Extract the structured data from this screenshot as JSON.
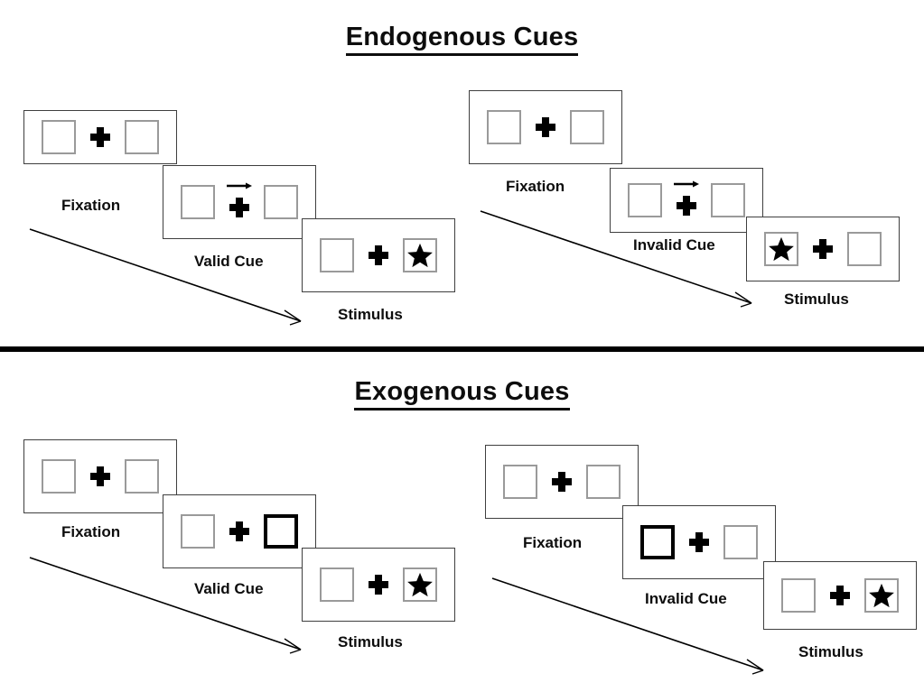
{
  "page": {
    "background": "#ffffff",
    "line_color": "#3f3f3f",
    "box_border_color": "#9a9a9a",
    "cue_border_color": "#000000",
    "text_color": "#0d0d0d"
  },
  "sections": [
    {
      "id": "endogenous",
      "title": "Endogenous Cues",
      "groups": [
        {
          "id": "endogenous-valid",
          "condition_label": "Valid Cue",
          "panels": [
            {
              "id": "endo-valid-fixation",
              "caption": "Fixation",
              "left_content": "empty",
              "right_content": "empty",
              "center": "fixation-cross",
              "cue": "none"
            },
            {
              "id": "endo-valid-cue",
              "caption": "Valid Cue",
              "left_content": "empty",
              "right_content": "empty",
              "center": "fixation-cross-with-arrow",
              "cue": "arrow-right"
            },
            {
              "id": "endo-valid-stimulus",
              "caption": "Stimulus",
              "left_content": "empty",
              "right_content": "star",
              "center": "fixation-cross",
              "cue": "none"
            }
          ],
          "flow_arrow": "time-arrow-down-right"
        },
        {
          "id": "endogenous-invalid",
          "condition_label": "Invalid Cue",
          "panels": [
            {
              "id": "endo-invalid-fixation",
              "caption": "Fixation",
              "left_content": "empty",
              "right_content": "empty",
              "center": "fixation-cross",
              "cue": "none"
            },
            {
              "id": "endo-invalid-cue",
              "caption": "Invalid Cue",
              "left_content": "empty",
              "right_content": "empty",
              "center": "fixation-cross-with-arrow",
              "cue": "arrow-right"
            },
            {
              "id": "endo-invalid-stimulus",
              "caption": "Stimulus",
              "left_content": "star",
              "right_content": "empty",
              "center": "fixation-cross",
              "cue": "none"
            }
          ],
          "flow_arrow": "time-arrow-down-right"
        }
      ]
    },
    {
      "id": "exogenous",
      "title": "Exogenous Cues",
      "groups": [
        {
          "id": "exogenous-valid",
          "condition_label": "Valid Cue",
          "panels": [
            {
              "id": "exo-valid-fixation",
              "caption": "Fixation",
              "left_content": "empty",
              "right_content": "empty",
              "center": "fixation-cross",
              "cue": "none"
            },
            {
              "id": "exo-valid-cue",
              "caption": "Valid Cue",
              "left_content": "empty",
              "right_content": "empty",
              "center": "fixation-cross",
              "cue": "right-box-highlight"
            },
            {
              "id": "exo-valid-stimulus",
              "caption": "Stimulus",
              "left_content": "empty",
              "right_content": "star",
              "center": "fixation-cross",
              "cue": "none"
            }
          ],
          "flow_arrow": "time-arrow-down-right"
        },
        {
          "id": "exogenous-invalid",
          "condition_label": "Invalid Cue",
          "panels": [
            {
              "id": "exo-invalid-fixation",
              "caption": "Fixation",
              "left_content": "empty",
              "right_content": "empty",
              "center": "fixation-cross",
              "cue": "none"
            },
            {
              "id": "exo-invalid-cue",
              "caption": "Invalid Cue",
              "left_content": "empty",
              "right_content": "empty",
              "center": "fixation-cross",
              "cue": "left-box-highlight"
            },
            {
              "id": "exo-invalid-stimulus",
              "caption": "Stimulus",
              "left_content": "empty",
              "right_content": "star",
              "center": "fixation-cross",
              "cue": "none"
            }
          ],
          "flow_arrow": "time-arrow-down-right"
        }
      ]
    }
  ],
  "captions": {
    "fixation": "Fixation",
    "valid_cue": "Valid Cue",
    "invalid_cue": "Invalid Cue",
    "stimulus": "Stimulus"
  },
  "icons": {
    "star": "star-icon",
    "plus": "fixation-cross-icon",
    "arrow_right": "arrow-right-icon",
    "flow": "time-flow-arrow-icon"
  }
}
